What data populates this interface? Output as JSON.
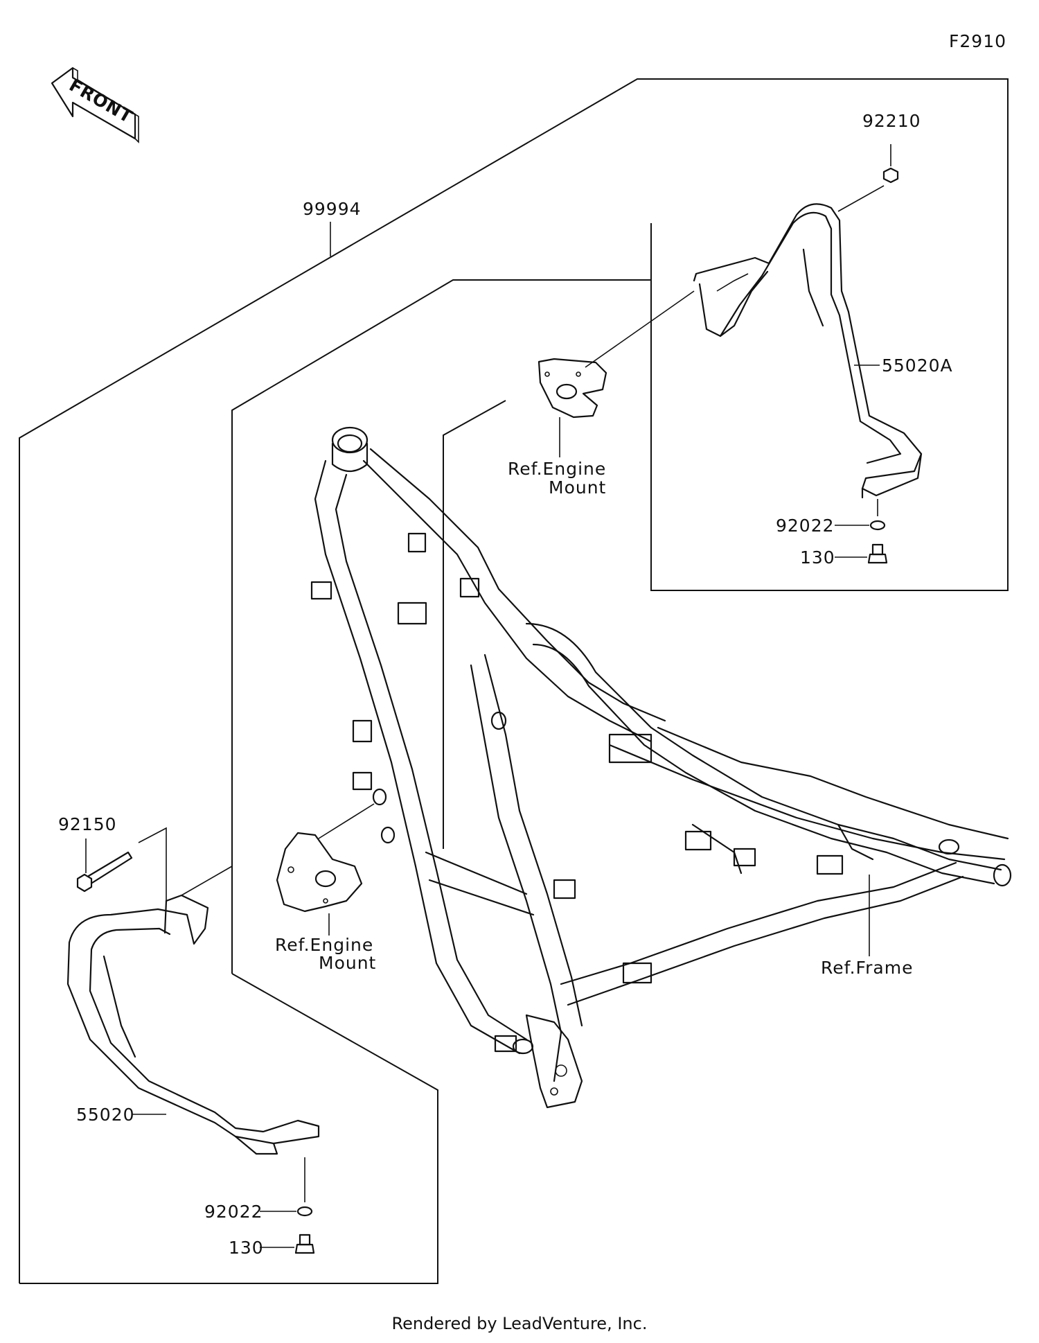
{
  "figure_code": "F2910",
  "front_label": "FRONT",
  "parts": {
    "assembly": "99994",
    "nut": "92210",
    "guard_right": "55020A",
    "guard_left": "55020",
    "bolt": "92150",
    "washer_right": "92022",
    "washer_left": "92022",
    "screw_right": "130",
    "screw_left": "130"
  },
  "refs": {
    "engine_mount_upper_line1": "Ref.Engine",
    "engine_mount_upper_line2": "Mount",
    "engine_mount_lower_line1": "Ref.Engine",
    "engine_mount_lower_line2": "Mount",
    "frame": "Ref.Frame"
  },
  "footer": "Rendered by LeadVenture, Inc."
}
